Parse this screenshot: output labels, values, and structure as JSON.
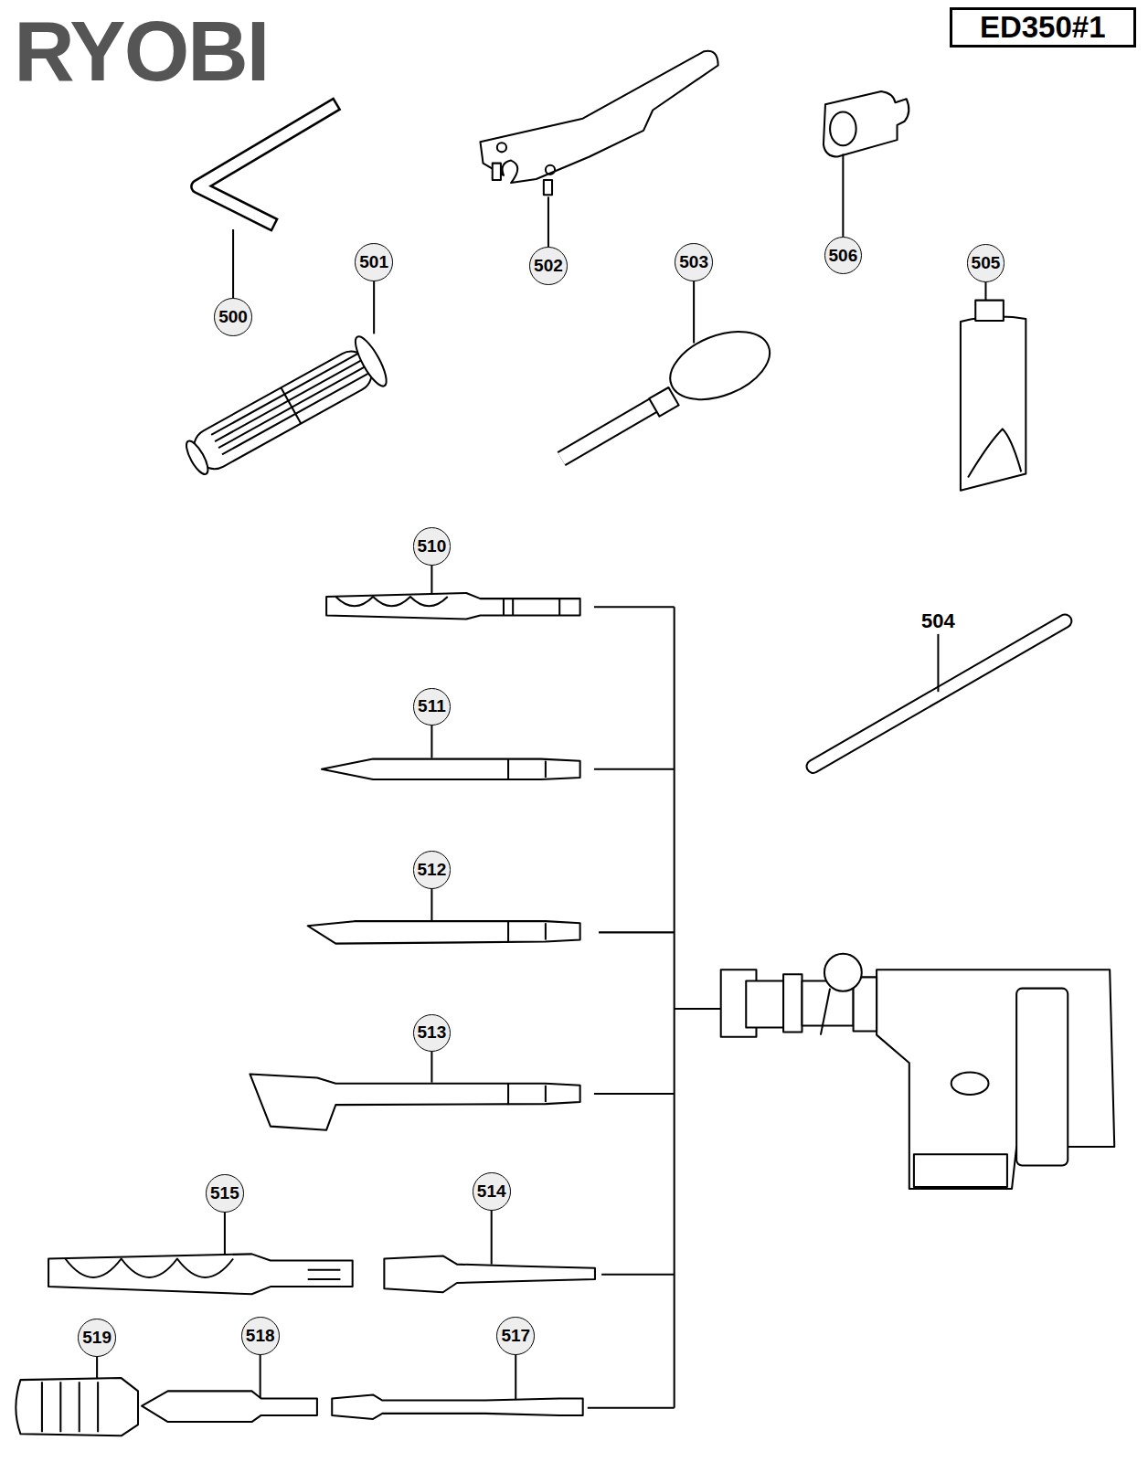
{
  "diagram": {
    "nodes": [
      {
        "text": [
          "ED350#1"
        ]
      },
      {
        "text": [
          "501"
        ]
      },
      {
        "text": [
          "502"
        ]
      },
      {
        "text": [
          "503"
        ]
      },
      {
        "text": [
          "506"
        ]
      },
      {
        "text": [
          "505"
        ]
      },
      {
        "text": [
          "500"
        ]
      },
      {
        "text": [
          "510"
        ]
      },
      {
        "text": [
          "511"
        ]
      },
      {
        "text": [
          "512"
        ]
      },
      {
        "text": [
          "513"
        ]
      },
      {
        "text": [
          "515"
        ]
      },
      {
        "text": [
          "514"
        ]
      },
      {
        "text": [
          "519"
        ]
      },
      {
        "text": [
          "518"
        ]
      },
      {
        "text": [
          "517"
        ]
      }
    ],
    "labels": [
      "RYOBI",
      "504"
    ]
  }
}
